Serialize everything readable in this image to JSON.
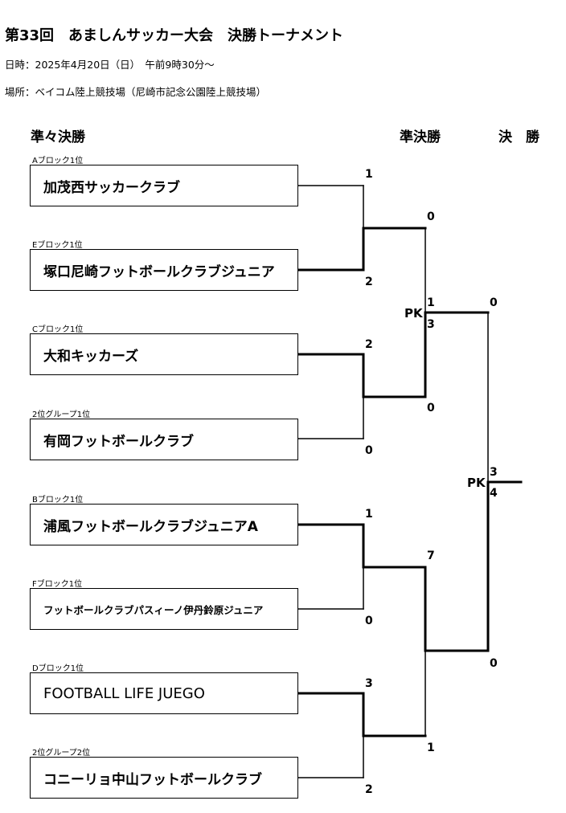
{
  "header": {
    "title": "第33回　あましんサッカー大会　決勝トーナメント",
    "datetime": "日時：2025年4月20日（日）　午前9時30分～",
    "venue": "場所：ベイコム陸上競技場（尼崎市記念公園陸上競技場）"
  },
  "rounds": {
    "quarterfinal": "準々決勝",
    "semifinal": "準決勝",
    "final": "決　勝"
  },
  "teams": [
    {
      "block": "Aブロック1位",
      "name": "加茂西サッカークラブ",
      "score": "1"
    },
    {
      "block": "Eブロック1位",
      "name": "塚口尼崎フットボールクラブジュニア",
      "score": "2"
    },
    {
      "block": "Cブロック1位",
      "name": "大和キッカーズ",
      "score": "2"
    },
    {
      "block": "2位グループ1位",
      "name": "有岡フットボールクラブ",
      "score": "0"
    },
    {
      "block": "Bブロック1位",
      "name": "浦風フットボールクラブジュニアA",
      "score": "1"
    },
    {
      "block": "Fブロック1位",
      "name": "フットボールクラブパスィーノ伊丹鈴原ジュニア",
      "score": "0"
    },
    {
      "block": "Dブロック1位",
      "name": "FOOTBALL LIFE JUEGO",
      "score": "3"
    },
    {
      "block": "2位グループ2位",
      "name": "コニーリョ中山フットボールクラブ",
      "score": "2"
    }
  ],
  "semifinals": [
    {
      "top_score": "0",
      "bottom_score": "0",
      "pk_label": "PK",
      "pk_top": "1",
      "pk_bottom": "3"
    },
    {
      "top_score": "7",
      "bottom_score": "1"
    }
  ],
  "final": {
    "top_score": "0",
    "bottom_score": "0",
    "pk_label": "PK",
    "pk_top": "3",
    "pk_bottom": "4"
  }
}
